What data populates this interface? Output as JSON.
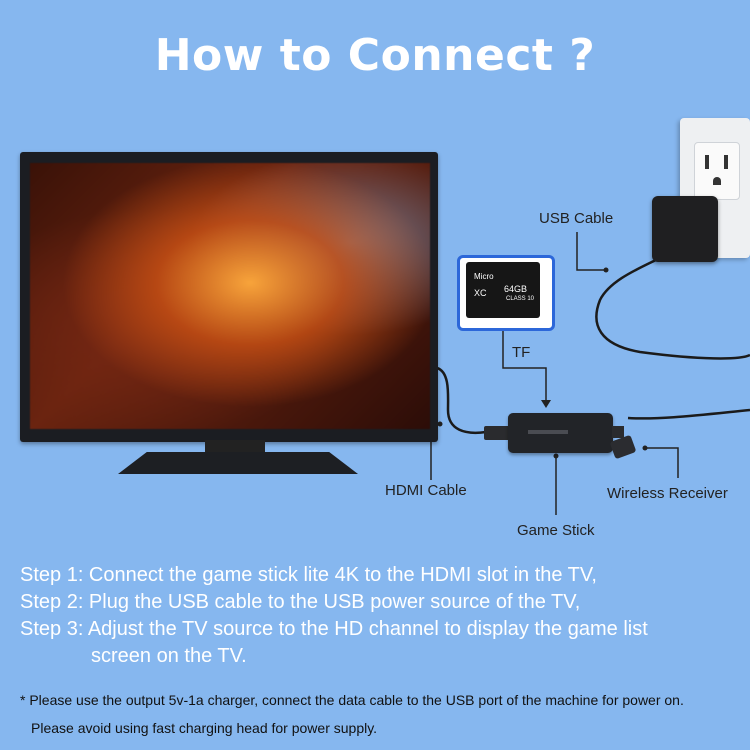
{
  "title": "How to Connect ?",
  "labels": {
    "usb_cable": "USB Cable",
    "tf": "TF",
    "hdmi_cable": "HDMI Cable",
    "wireless_receiver": "Wireless Receiver",
    "game_stick": "Game Stick"
  },
  "tf_card": {
    "size": "64GB",
    "class": "CLASS 10",
    "xc": "XC",
    "brand": "Micro"
  },
  "steps": [
    "Step 1: Connect the game stick lite 4K to the HDMI slot in the TV,",
    "Step 2: Plug the USB cable to the USB power source of the TV,",
    "Step 3: Adjust the TV source to the HD channel to display the game list",
    "screen on the TV."
  ],
  "notes": [
    "* Please use the output 5v-1a charger, connect the data cable to the USB port of the machine for power on.",
    "Please avoid using fast charging head for power supply."
  ],
  "colors": {
    "background": "#86b7ef",
    "title": "#ffffff",
    "tf_border": "#2c67d9"
  }
}
